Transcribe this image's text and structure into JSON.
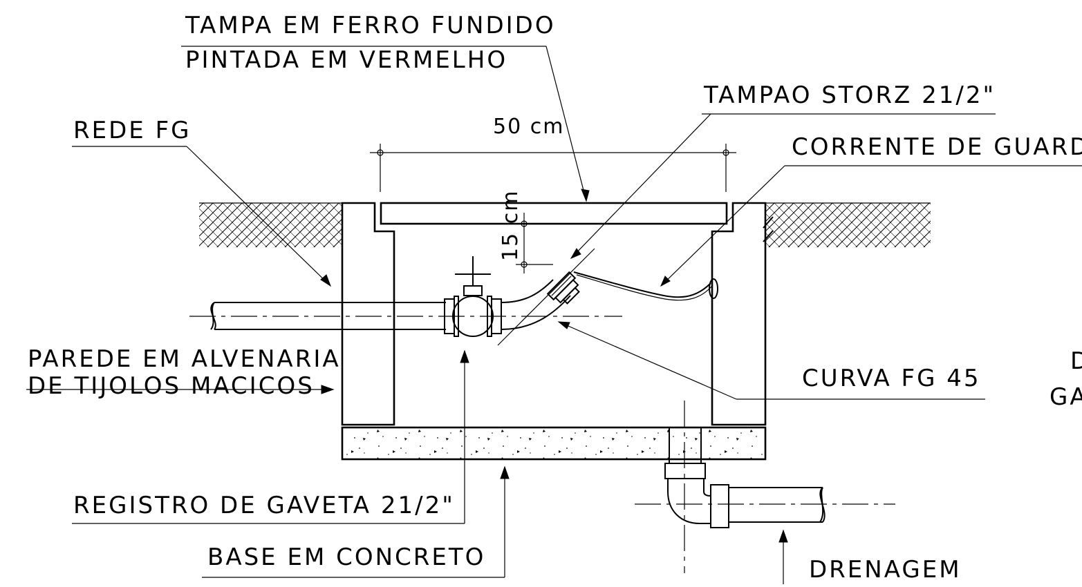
{
  "labels": {
    "tampa_line1": "TAMPA EM FERRO FUNDIDO",
    "tampa_line2": "PINTADA EM VERMELHO",
    "tampao_storz": "TAMPAO STORZ 21/2\"",
    "corrente_guarda": "CORRENTE DE GUARDA",
    "rede_fg": "REDE FG",
    "parede_line1": "PAREDE EM ALVENARIA",
    "parede_line2": "DE TIJOLOS MACICOS",
    "curva_fg": "CURVA FG 45",
    "registro": "REGISTRO DE GAVETA 21/2\"",
    "base": "BASE EM CONCRETO",
    "drenagem": "DRENAGEM",
    "cut_right_1": "D",
    "cut_right_2": "GA"
  },
  "dimensions": {
    "width": "50 cm",
    "depth": "15 cm"
  }
}
